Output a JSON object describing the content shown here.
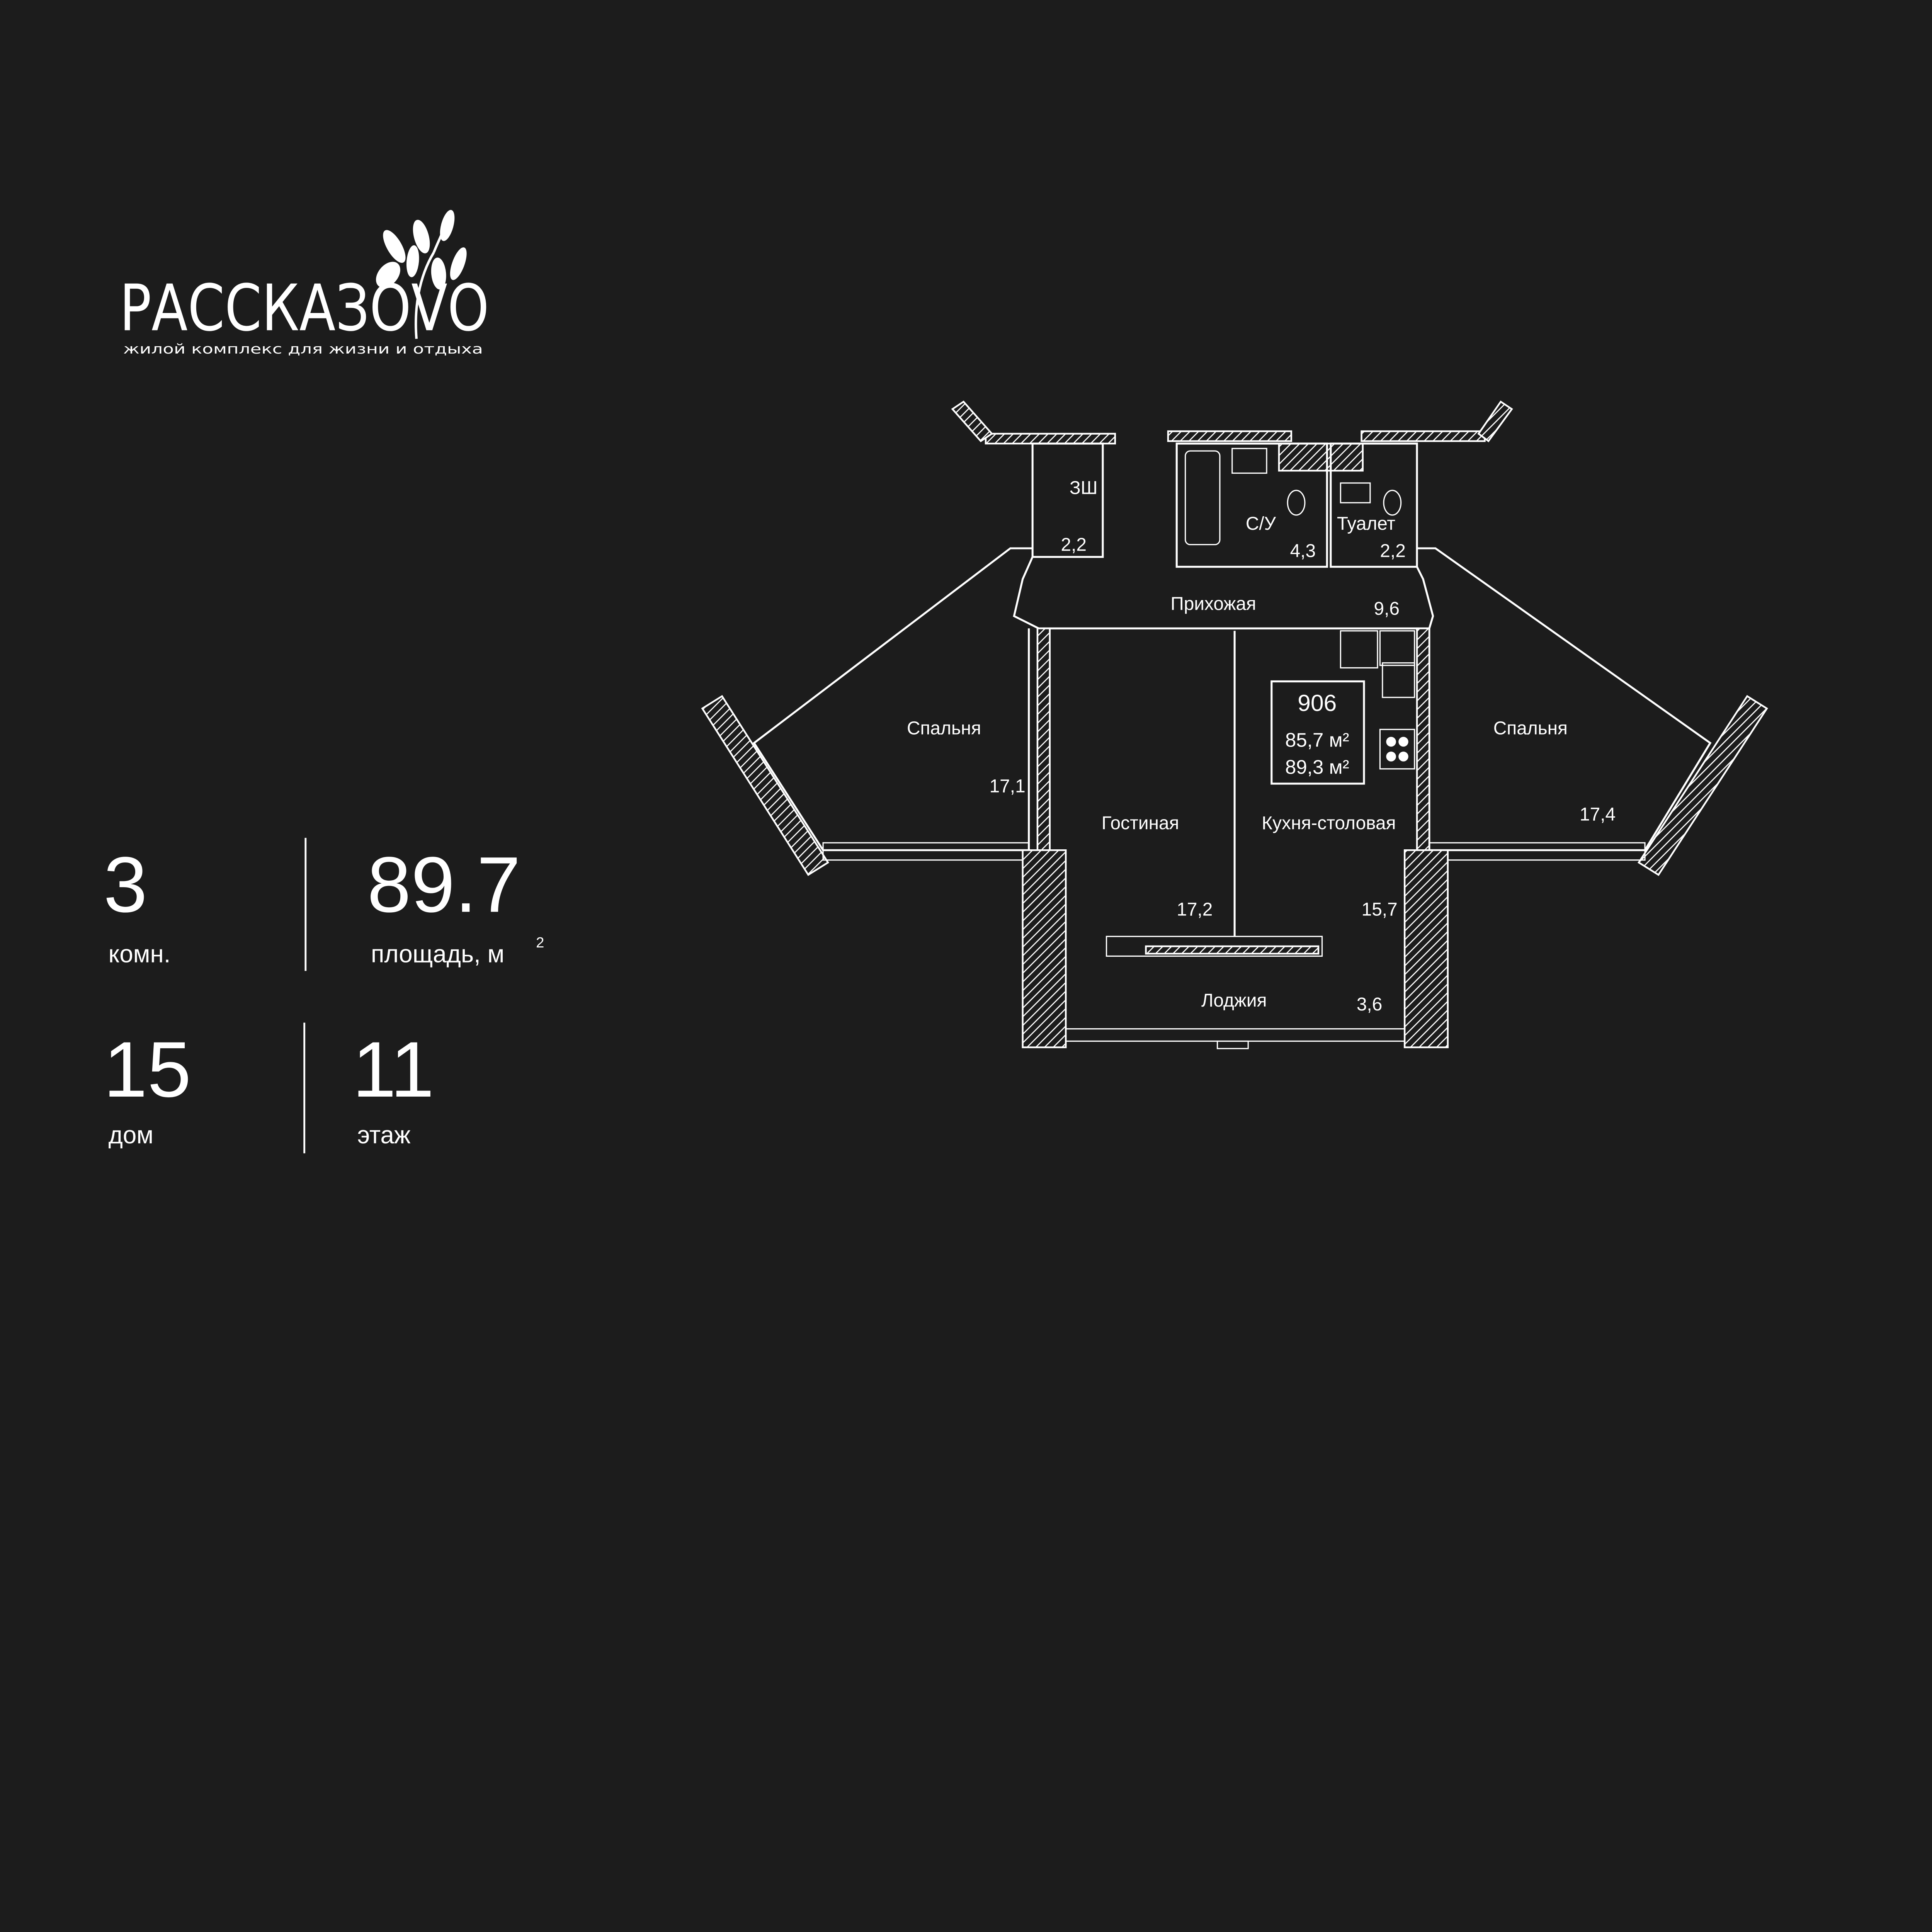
{
  "logo": {
    "name": "РАССКАЗОVО",
    "tagline": "жилой комплекс для жизни и отдыха"
  },
  "summary": {
    "rooms_value": "3",
    "rooms_label": "комн.",
    "area_value": "89.7",
    "area_label": "площадь, м",
    "area_unit_sup": "2",
    "building_value": "15",
    "building_label": "дом",
    "floor_value": "11",
    "floor_label": "этаж"
  },
  "plan": {
    "apartment_number": "906",
    "area_living": "85,7 м²",
    "area_total": "89,3 м²",
    "rooms": [
      {
        "name": "ЗШ",
        "area": "2,2"
      },
      {
        "name": "С/У",
        "area": "4,3"
      },
      {
        "name": "Туалет",
        "area": "2,2"
      },
      {
        "name": "Прихожая",
        "area": "9,6"
      },
      {
        "name": "Спальня",
        "area": "17,1"
      },
      {
        "name": "Гостиная",
        "area": "17,2"
      },
      {
        "name": "Кухня-столовая",
        "area": "15,7"
      },
      {
        "name": "Спальня",
        "area": "17,4"
      },
      {
        "name": "Лоджия",
        "area": "3,6"
      }
    ]
  }
}
